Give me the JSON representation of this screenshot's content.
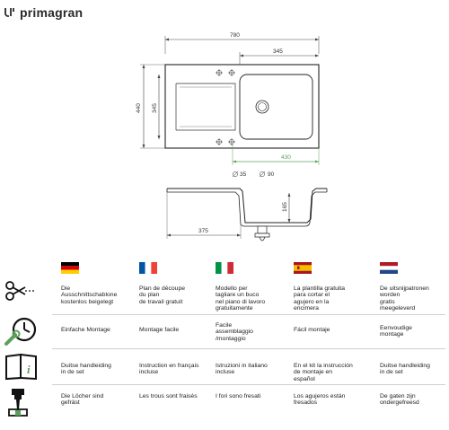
{
  "brand": {
    "name": "primagran"
  },
  "drawing": {
    "dim_width_total": "780",
    "dim_width_bowl": "345",
    "dim_height_total": "440",
    "dim_height_bowl": "345",
    "dim_bowl_inner": "430",
    "hole_small": "35",
    "hole_large": "90",
    "dim_depth": "165",
    "dim_front": "375",
    "green_color": "#5aa05a"
  },
  "languages": [
    {
      "code": "de",
      "flag": "flag-germany-icon"
    },
    {
      "code": "fr",
      "flag": "flag-france-icon"
    },
    {
      "code": "it",
      "flag": "flag-italy-icon"
    },
    {
      "code": "es",
      "flag": "flag-spain-icon"
    },
    {
      "code": "nl",
      "flag": "flag-netherlands-icon"
    }
  ],
  "rows": [
    {
      "icon": "scissors-template-icon",
      "texts": [
        "Die\nAusschnittschablone\nkostenlos beigelegt",
        "Plan de découpe\ndu plan\nde travail gratuit",
        "Modello per\ntagliare un buco\nnel piano di lavoro\ngratuitamente",
        "La plantilla gratuita\npara cortar el\nagujero en la\nencimera",
        "De uitsnijpatronen\nworden\ngratis\nmeegeleverd"
      ]
    },
    {
      "icon": "clock-wrench-icon",
      "texts": [
        "Einfache Montage",
        "Montage facile",
        "Facile\nassemblaggio\n/montaggio",
        "Fácil montaje",
        "Eenvoudige\nmontage"
      ]
    },
    {
      "icon": "manual-book-icon",
      "texts": [
        "Duitse handleiding\nin de set",
        "Instruction en français\nincluse",
        "Istruzioni in italiano\nincluse",
        "En el kit la instrucción\nde montaje en\nespañol",
        "Duitse handleiding\nin de set"
      ]
    },
    {
      "icon": "drill-holes-icon",
      "texts": [
        "Die Löcher sind\ngefräst",
        "Les trous sont fraisés",
        "I fori sono fresati",
        "Los agujeros están\nfresados",
        "De gaten zijn\nondergefreesd"
      ]
    }
  ]
}
